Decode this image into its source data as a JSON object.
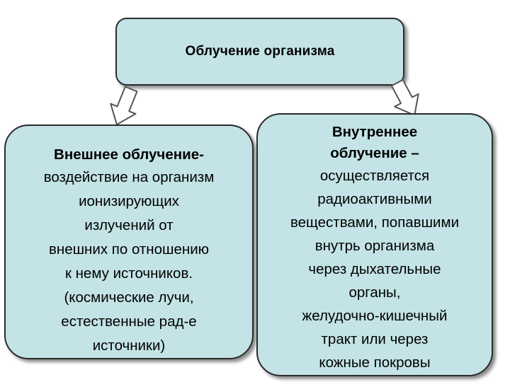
{
  "top": {
    "title": "Облучение организма"
  },
  "left": {
    "heading": "Внешнее облучение-",
    "body": "воздействие на организм\nионизирующих\nизлучений от\nвнешних по отношению\nк нему источников.\n(космические лучи,\nестественные рад-е\nисточники)"
  },
  "right": {
    "heading": "Внутреннее\nоблучение –",
    "body": "осуществляется\nрадиоактивными\nвеществами, попавшими\nвнутрь организма\nчерез дыхательные\nорганы,\nжелудочно-кишечный\nтракт или через\nкожные покровы"
  },
  "colors": {
    "box_fill": "#c3e3e6",
    "border": "#2b2b2b",
    "arrow_fill": "#ffffff"
  },
  "icons": {
    "left_arrow": "down-arrow-icon",
    "right_arrow": "down-arrow-icon"
  }
}
